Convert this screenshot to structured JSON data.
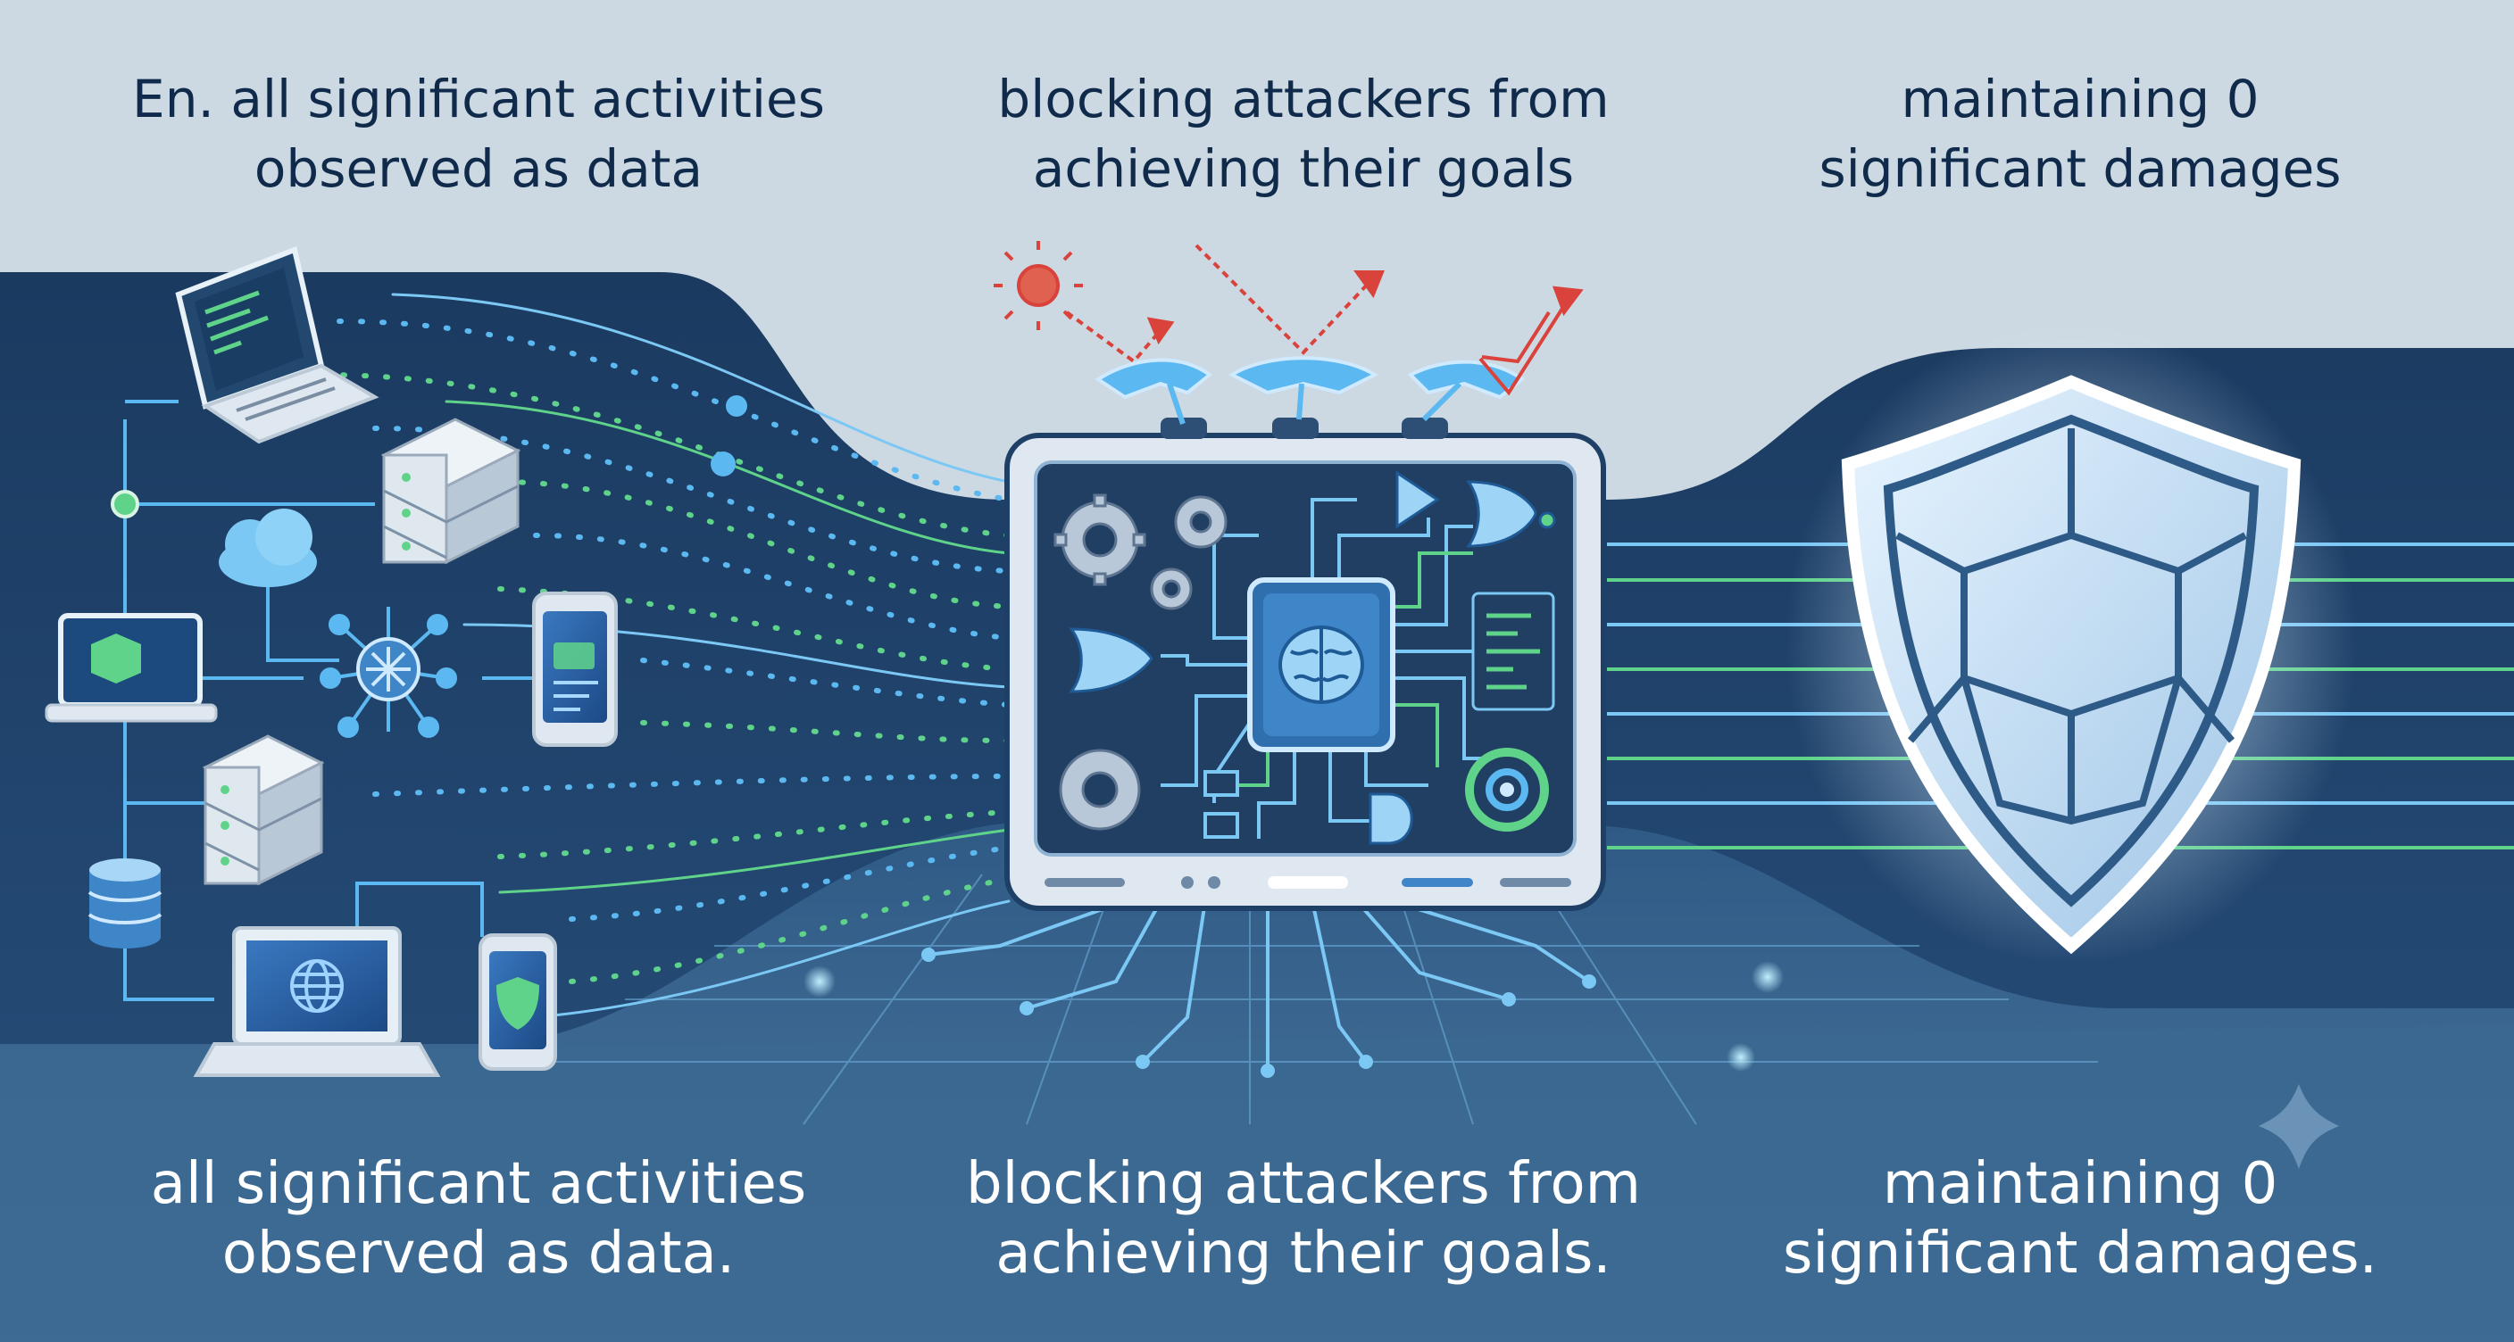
{
  "captions": {
    "top": [
      {
        "line1": "En. all significant activities",
        "line2": "observed as data"
      },
      {
        "line1": "blocking attackers from",
        "line2": "achieving their goals"
      },
      {
        "line1": "maintaining 0",
        "line2": "significant damages"
      }
    ],
    "bottom": [
      {
        "line1": "all significant activities",
        "line2": "observed as data."
      },
      {
        "line1": "blocking attackers from",
        "line2": "achieving their goals."
      },
      {
        "line1": "maintaining 0",
        "line2": "significant damages."
      }
    ]
  },
  "colors": {
    "sky": "#cdd9e2",
    "band_dark": "#1e3f66",
    "band_mid": "#2f5b86",
    "floor": "#3f6b92",
    "accent_blue": "#5bb8f0",
    "accent_green": "#5fd38a",
    "threat_red": "#d9433b",
    "panel": "#213f63",
    "shield_glow": "#cfeaff"
  },
  "icons": [
    "laptop-icon",
    "server-icon",
    "cloud-icon",
    "network-hub-icon",
    "smartphone-icon",
    "database-icon",
    "globe-icon",
    "shield-icon",
    "brain-chip-icon",
    "gear-icon",
    "logic-gate-icon",
    "target-icon",
    "sparkle-icon"
  ]
}
